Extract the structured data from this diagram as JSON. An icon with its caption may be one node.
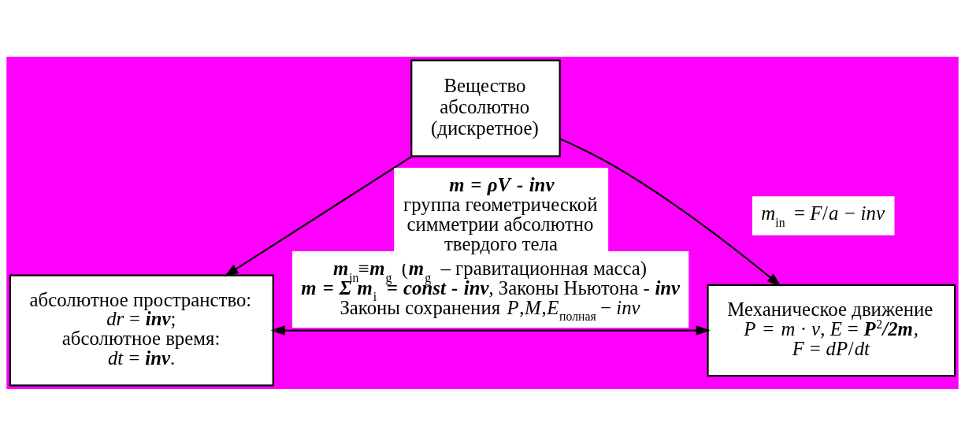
{
  "diagram": {
    "nodes": [
      {
        "text": [
          "абсолютное пространство:",
          "*dr* = **inv**;",
          "абсолютное время:",
          "*dt* = **inv**."
        ]
      },
      {
        "text": [
          "Вещество абсолютно (дискретное)"
        ]
      },
      {
        "text": [
          "Механическое движение",
          "*P = m · v*, *E* = **P**$^{2}$**/2m**,",
          "*F* = *dP*/*dt*"
        ]
      }
    ],
    "edges": [
      {
        "from": 1,
        "to": 0,
        "arrow": "to",
        "label": "**m = ρV - inv** группа геометрической симметрии абсолютно твердого тела"
      },
      {
        "from": 1,
        "to": 2,
        "arrow": "to",
        "label": "*m*$_{in}$ = *F*/*a* − *inv*"
      },
      {
        "from": 0,
        "to": 2,
        "arrow": "both",
        "label": "**m**$_{in}$≡**m**$_{g}$ (**m**$_{g}$ – гравитационная масса) **m = Σ m**$_{i}$ **= const - inv**, Законы Ньютона - **inv** Законы сохранения *P*,*M*,*E*$_{полная}$ − *inv*"
      }
    ]
  }
}
